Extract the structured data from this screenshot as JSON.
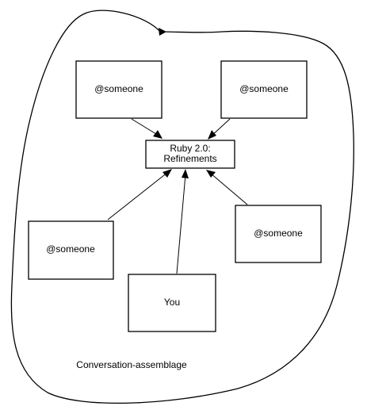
{
  "diagram": {
    "center_node": {
      "line1": "Ruby 2.0:",
      "line2": "Refinements"
    },
    "nodes": [
      {
        "id": "top-left",
        "label": "@someone"
      },
      {
        "id": "top-right",
        "label": "@someone"
      },
      {
        "id": "middle-left",
        "label": "@someone"
      },
      {
        "id": "middle-right",
        "label": "@someone"
      },
      {
        "id": "bottom",
        "label": "You"
      }
    ],
    "region_label": "Conversation-assemblage"
  }
}
